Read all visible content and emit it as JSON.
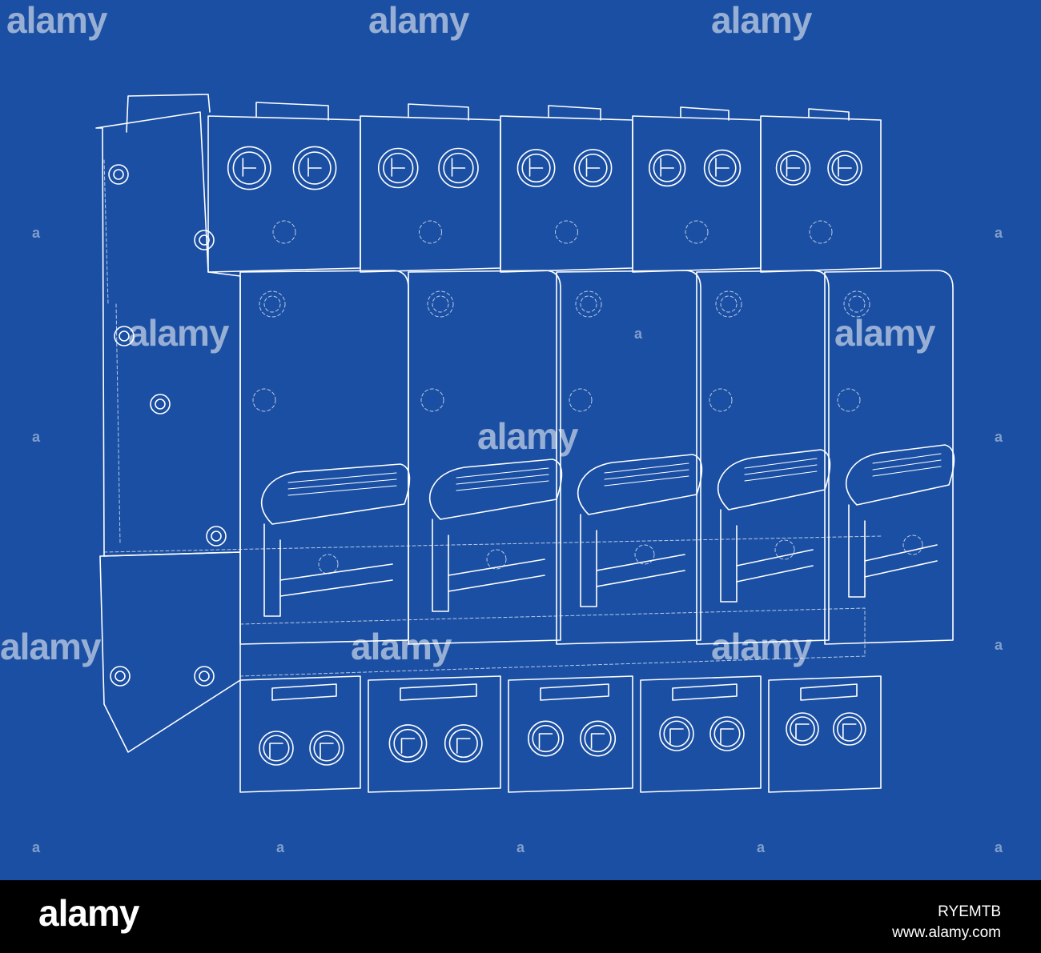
{
  "watermark": {
    "text": "alamy",
    "small_text": "a"
  },
  "footer": {
    "logo": "alamy",
    "image_id": "RYEMTB",
    "url": "www.alamy.com"
  },
  "colors": {
    "background": "#1a4fa3",
    "line": "#ffffff",
    "footer": "#000000"
  }
}
